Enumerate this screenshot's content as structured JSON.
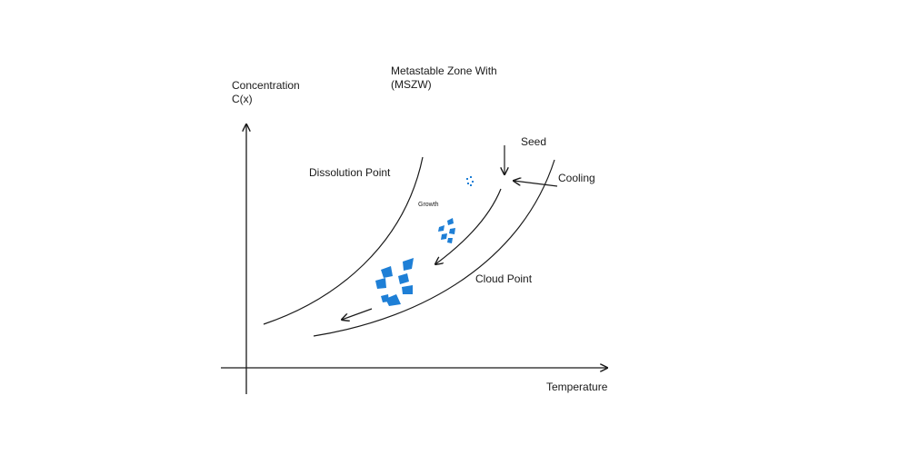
{
  "labels": {
    "y_axis_line1": "Concentration",
    "y_axis_line2": "C(x)",
    "x_axis": "Temperature",
    "mszw_line1": "Metastable Zone With",
    "mszw_line2": "(MSZW)",
    "seed": "Seed",
    "cooling": "Cooling",
    "dissolution_point": "Dissolution Point",
    "cloud_point": "Cloud Point",
    "growth": "Growth"
  },
  "colors": {
    "line": "#1a1a1a",
    "crystal": "#1e7fd6"
  }
}
